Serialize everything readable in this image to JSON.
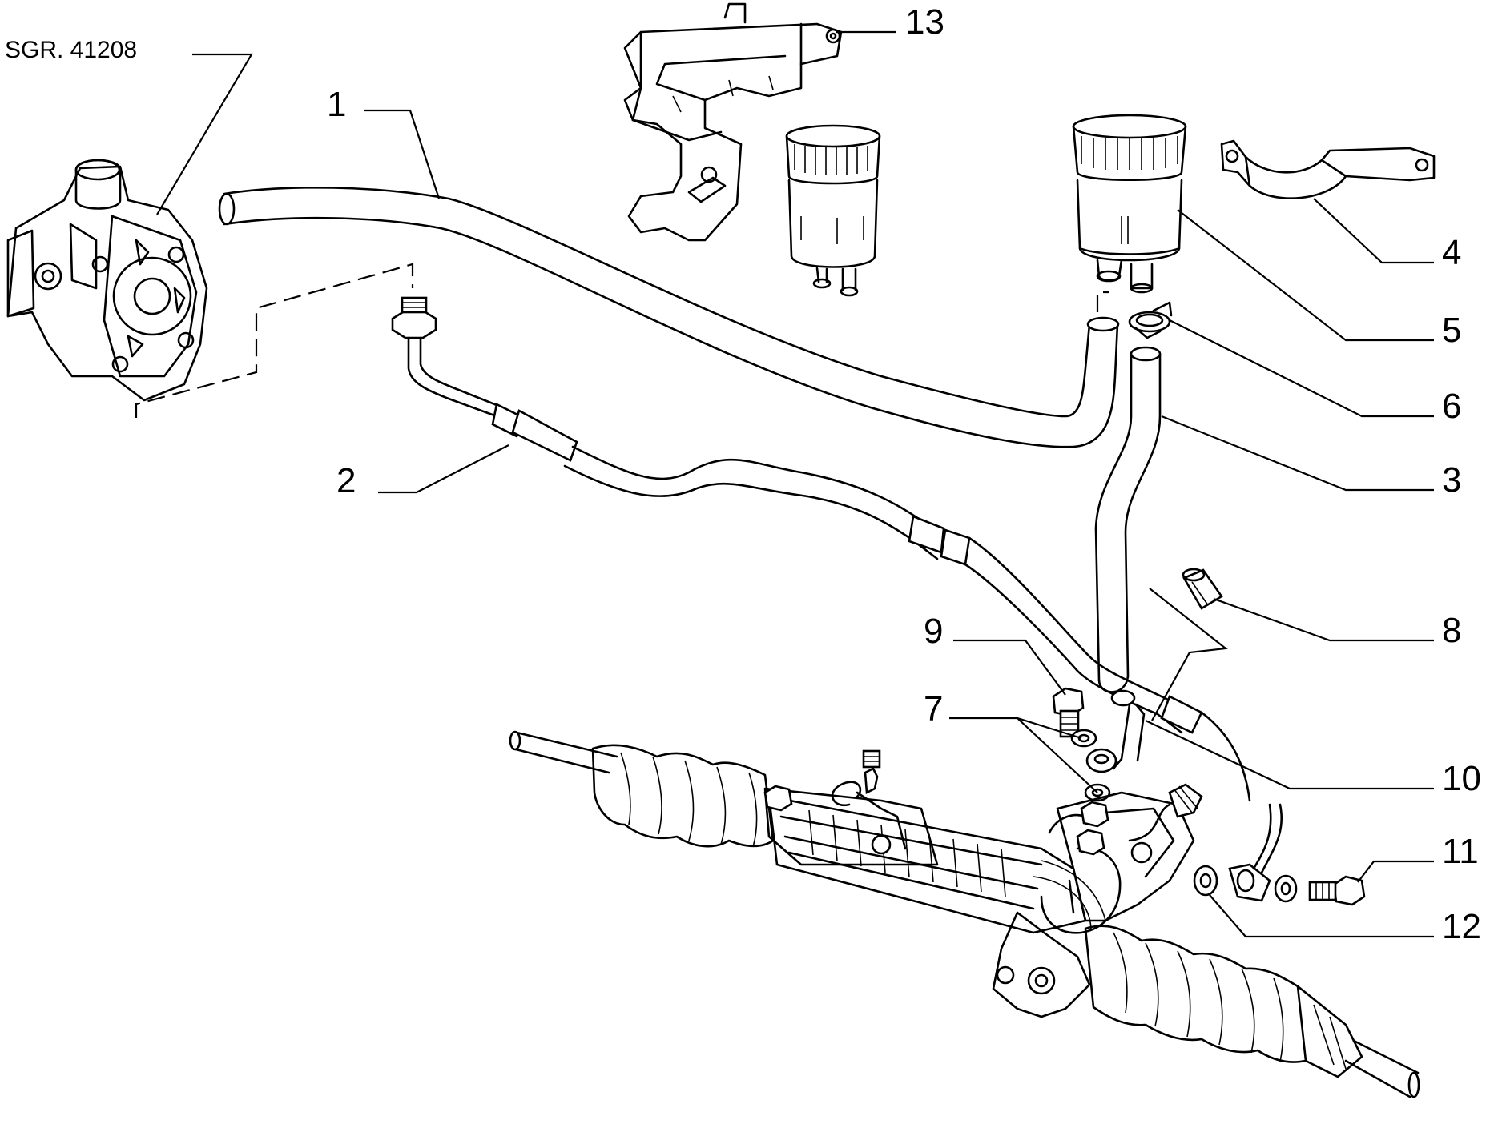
{
  "drawing": {
    "reference": "SGR. 41208"
  },
  "callouts": [
    {
      "id": "1",
      "label": "1"
    },
    {
      "id": "2",
      "label": "2"
    },
    {
      "id": "3",
      "label": "3"
    },
    {
      "id": "4",
      "label": "4"
    },
    {
      "id": "5",
      "label": "5"
    },
    {
      "id": "6",
      "label": "6"
    },
    {
      "id": "7",
      "label": "7"
    },
    {
      "id": "8",
      "label": "8"
    },
    {
      "id": "9",
      "label": "9"
    },
    {
      "id": "10",
      "label": "10"
    },
    {
      "id": "11",
      "label": "11"
    },
    {
      "id": "12",
      "label": "12"
    },
    {
      "id": "13",
      "label": "13"
    }
  ]
}
